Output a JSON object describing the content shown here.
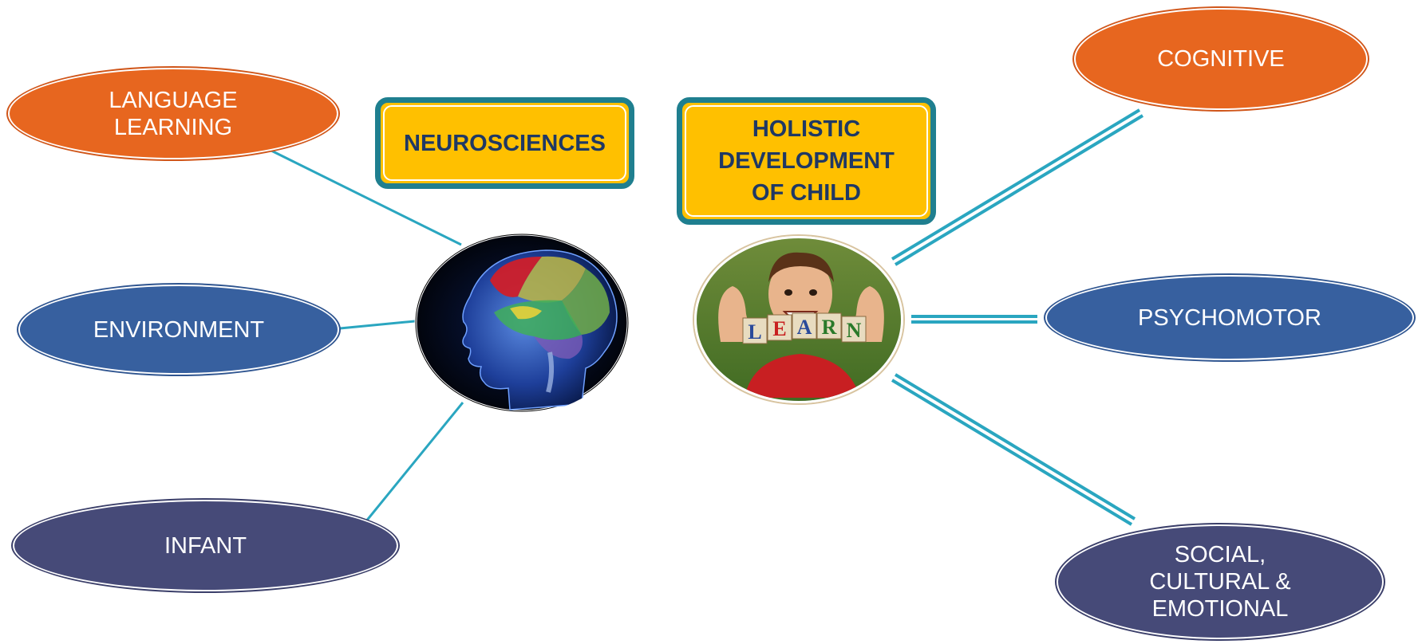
{
  "diagram": {
    "left_hub": {
      "label": "NEUROSCIENCES",
      "icon": "brain-head-icon"
    },
    "right_hub": {
      "label": "HOLISTIC\nDEVELOPMENT\nOF CHILD",
      "icon": "child-learn-icon"
    },
    "left_nodes": [
      {
        "label": "LANGUAGE\nLEARNING"
      },
      {
        "label": "ENVIRONMENT"
      },
      {
        "label": "INFANT"
      }
    ],
    "right_nodes": [
      {
        "label": "COGNITIVE"
      },
      {
        "label": "PSYCHOMOTOR"
      },
      {
        "label": "SOCIAL,\nCULTURAL &\nEMOTIONAL"
      }
    ],
    "blocks": [
      "L",
      "E",
      "A",
      "R",
      "N"
    ],
    "colors": {
      "orange": "#e7661f",
      "blue": "#37609f",
      "navy": "#464a78",
      "box_fill": "#ffc000",
      "box_border": "#1f7f8f",
      "box_text": "#1f3864",
      "connector": "#2aa6c0"
    }
  }
}
